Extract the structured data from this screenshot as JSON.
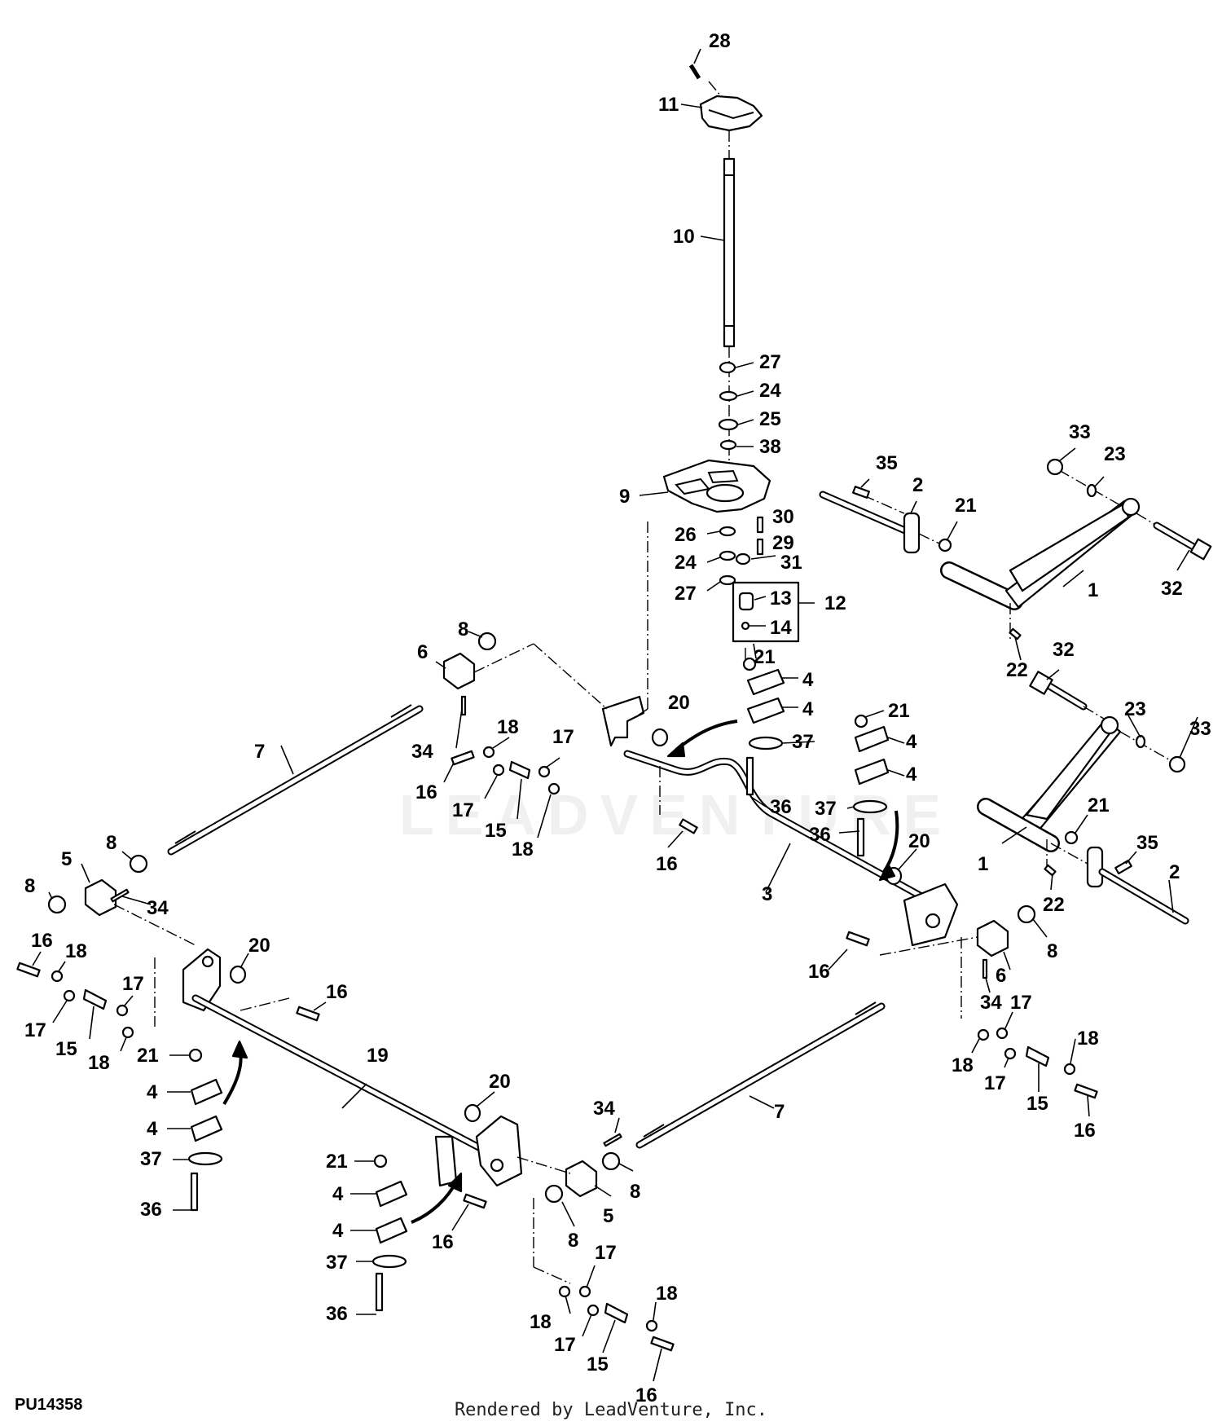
{
  "figure_id": "PU14358",
  "credit": "Rendered by LeadVenture, Inc.",
  "watermark": "LEADVENTURE",
  "callouts": [
    {
      "id": "c28a",
      "text": "28"
    },
    {
      "id": "c11a",
      "text": "11"
    },
    {
      "id": "c10a",
      "text": "10"
    },
    {
      "id": "c27a",
      "text": "27"
    },
    {
      "id": "c24a",
      "text": "24"
    },
    {
      "id": "c25a",
      "text": "25"
    },
    {
      "id": "c38a",
      "text": "38"
    },
    {
      "id": "c9a",
      "text": "9"
    },
    {
      "id": "c30a",
      "text": "30"
    },
    {
      "id": "c26a",
      "text": "26"
    },
    {
      "id": "c29a",
      "text": "29"
    },
    {
      "id": "c24b",
      "text": "24"
    },
    {
      "id": "c31a",
      "text": "31"
    },
    {
      "id": "c27b",
      "text": "27"
    },
    {
      "id": "c13a",
      "text": "13"
    },
    {
      "id": "c12a",
      "text": "12"
    },
    {
      "id": "c14a",
      "text": "14"
    },
    {
      "id": "c35a",
      "text": "35"
    },
    {
      "id": "c2a",
      "text": "2"
    },
    {
      "id": "c21a",
      "text": "21"
    },
    {
      "id": "c33a",
      "text": "33"
    },
    {
      "id": "c23a",
      "text": "23"
    },
    {
      "id": "c1a",
      "text": "1"
    },
    {
      "id": "c32a",
      "text": "32"
    },
    {
      "id": "c22a",
      "text": "22"
    },
    {
      "id": "c32b",
      "text": "32"
    },
    {
      "id": "c23b",
      "text": "23"
    },
    {
      "id": "c33b",
      "text": "33"
    },
    {
      "id": "c21b",
      "text": "21"
    },
    {
      "id": "c4a",
      "text": "4"
    },
    {
      "id": "c4b",
      "text": "4"
    },
    {
      "id": "c37a",
      "text": "37"
    },
    {
      "id": "c36a",
      "text": "36"
    },
    {
      "id": "c21c",
      "text": "21"
    },
    {
      "id": "c4c",
      "text": "4"
    },
    {
      "id": "c4d",
      "text": "4"
    },
    {
      "id": "c37b",
      "text": "37"
    },
    {
      "id": "c36b",
      "text": "36"
    },
    {
      "id": "c20a",
      "text": "20"
    },
    {
      "id": "c16a",
      "text": "16"
    },
    {
      "id": "c20b",
      "text": "20"
    },
    {
      "id": "c3a",
      "text": "3"
    },
    {
      "id": "c21d",
      "text": "21"
    },
    {
      "id": "c1b",
      "text": "1"
    },
    {
      "id": "c35b",
      "text": "35"
    },
    {
      "id": "c22b",
      "text": "22"
    },
    {
      "id": "c2b",
      "text": "2"
    },
    {
      "id": "c8a",
      "text": "8"
    },
    {
      "id": "c6a",
      "text": "6"
    },
    {
      "id": "c18a",
      "text": "18"
    },
    {
      "id": "c34a",
      "text": "34"
    },
    {
      "id": "c17a",
      "text": "17"
    },
    {
      "id": "c16b",
      "text": "16"
    },
    {
      "id": "c17b",
      "text": "17"
    },
    {
      "id": "c15a",
      "text": "15"
    },
    {
      "id": "c18b",
      "text": "18"
    },
    {
      "id": "c7a",
      "text": "7"
    },
    {
      "id": "c8b",
      "text": "8"
    },
    {
      "id": "c5a",
      "text": "5"
    },
    {
      "id": "c8c",
      "text": "8"
    },
    {
      "id": "c34b",
      "text": "34"
    },
    {
      "id": "c16c",
      "text": "16"
    },
    {
      "id": "c18c",
      "text": "18"
    },
    {
      "id": "c17c",
      "text": "17"
    },
    {
      "id": "c17d",
      "text": "17"
    },
    {
      "id": "c15b",
      "text": "15"
    },
    {
      "id": "c18d",
      "text": "18"
    },
    {
      "id": "c20c",
      "text": "20"
    },
    {
      "id": "c16d",
      "text": "16"
    },
    {
      "id": "c21e",
      "text": "21"
    },
    {
      "id": "c4e",
      "text": "4"
    },
    {
      "id": "c4f",
      "text": "4"
    },
    {
      "id": "c37c",
      "text": "37"
    },
    {
      "id": "c36c",
      "text": "36"
    },
    {
      "id": "c19a",
      "text": "19"
    },
    {
      "id": "c20d",
      "text": "20"
    },
    {
      "id": "c34c",
      "text": "34"
    },
    {
      "id": "c7b",
      "text": "7"
    },
    {
      "id": "c21f",
      "text": "21"
    },
    {
      "id": "c4g",
      "text": "4"
    },
    {
      "id": "c4h",
      "text": "4"
    },
    {
      "id": "c37d",
      "text": "37"
    },
    {
      "id": "c36d",
      "text": "36"
    },
    {
      "id": "c16e",
      "text": "16"
    },
    {
      "id": "c8d",
      "text": "8"
    },
    {
      "id": "c5b",
      "text": "5"
    },
    {
      "id": "c8e",
      "text": "8"
    },
    {
      "id": "c16f",
      "text": "16"
    },
    {
      "id": "c6b",
      "text": "6"
    },
    {
      "id": "c8f",
      "text": "8"
    },
    {
      "id": "c34d",
      "text": "34"
    },
    {
      "id": "c17e",
      "text": "17"
    },
    {
      "id": "c18e",
      "text": "18"
    },
    {
      "id": "c18f",
      "text": "18"
    },
    {
      "id": "c17f",
      "text": "17"
    },
    {
      "id": "c15c",
      "text": "15"
    },
    {
      "id": "c16g",
      "text": "16"
    },
    {
      "id": "c17g",
      "text": "17"
    },
    {
      "id": "c18g",
      "text": "18"
    },
    {
      "id": "c18h",
      "text": "18"
    },
    {
      "id": "c17h",
      "text": "17"
    },
    {
      "id": "c15d",
      "text": "15"
    },
    {
      "id": "c16h",
      "text": "16"
    }
  ]
}
